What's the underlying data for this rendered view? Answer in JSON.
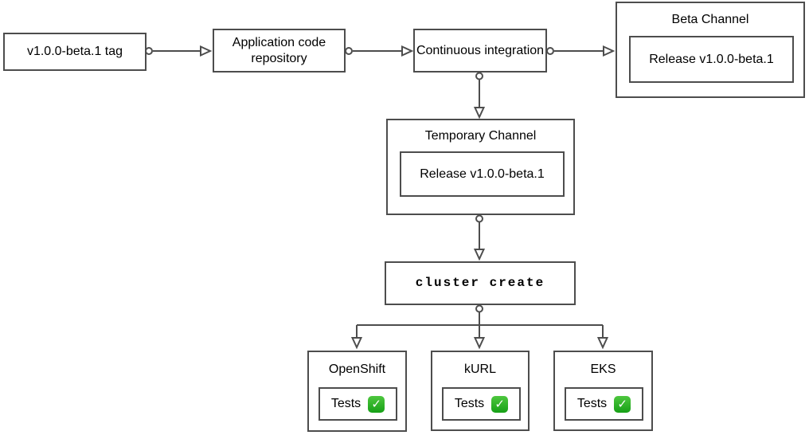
{
  "diagram": {
    "nodes": {
      "tag": {
        "label": "v1.0.0-beta.1 tag"
      },
      "repo": {
        "label": "Application code repository"
      },
      "ci": {
        "label": "Continuous integration"
      },
      "beta_channel": {
        "title": "Beta Channel",
        "release_label": "Release v1.0.0-beta.1"
      },
      "temporary_channel": {
        "title": "Temporary Channel",
        "release_label": "Release v1.0.0-beta.1"
      },
      "cluster_create": {
        "label": "cluster create"
      },
      "openshift": {
        "title": "OpenShift",
        "tests_label": "Tests",
        "check_icon": "✓"
      },
      "kurl": {
        "title": "kURL",
        "tests_label": "Tests",
        "check_icon": "✓"
      },
      "eks": {
        "title": "EKS",
        "tests_label": "Tests",
        "check_icon": "✓"
      }
    },
    "colors": {
      "stroke": "#4d4d4d",
      "text": "#000000",
      "background": "#ffffff",
      "check_green_top": "#4ec73f",
      "check_green_bottom": "#16a016",
      "check_mark_white": "#ffffff"
    }
  }
}
